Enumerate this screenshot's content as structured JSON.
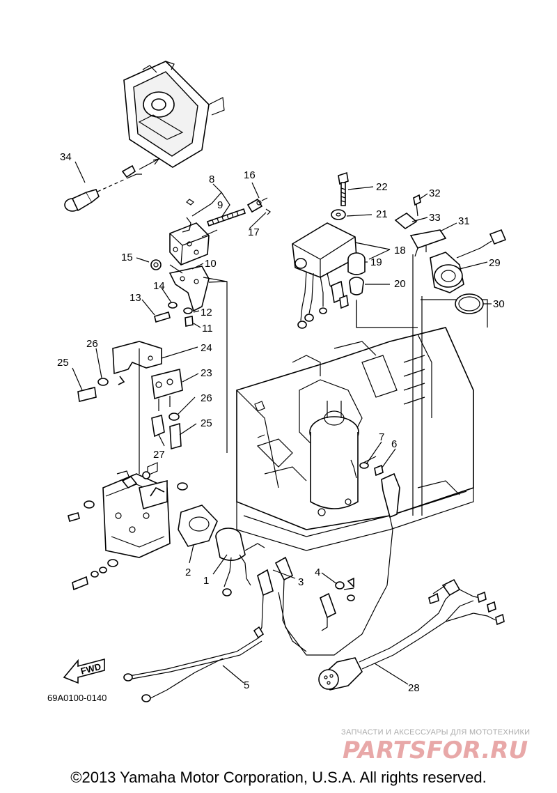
{
  "diagram_code": "69A0100-0140",
  "fwd_label": "FWD",
  "copyright": "©2013 Yamaha Motor Corporation, U.S.A. All rights reserved.",
  "watermark": {
    "tagline": "ЗАПЧАСТИ И АКСЕССУАРЫ ДЛЯ МОТОТЕХНИКИ",
    "brand": "PARTSFOR.RU"
  },
  "callouts": [
    "34",
    "8",
    "9",
    "16",
    "17",
    "15",
    "10",
    "14",
    "13",
    "12",
    "11",
    "26",
    "24",
    "25",
    "23",
    "26",
    "25",
    "27",
    "2",
    "1",
    "3",
    "4",
    "5",
    "28",
    "22",
    "32",
    "21",
    "33",
    "31",
    "18",
    "19",
    "20",
    "29",
    "30",
    "7",
    "6"
  ]
}
